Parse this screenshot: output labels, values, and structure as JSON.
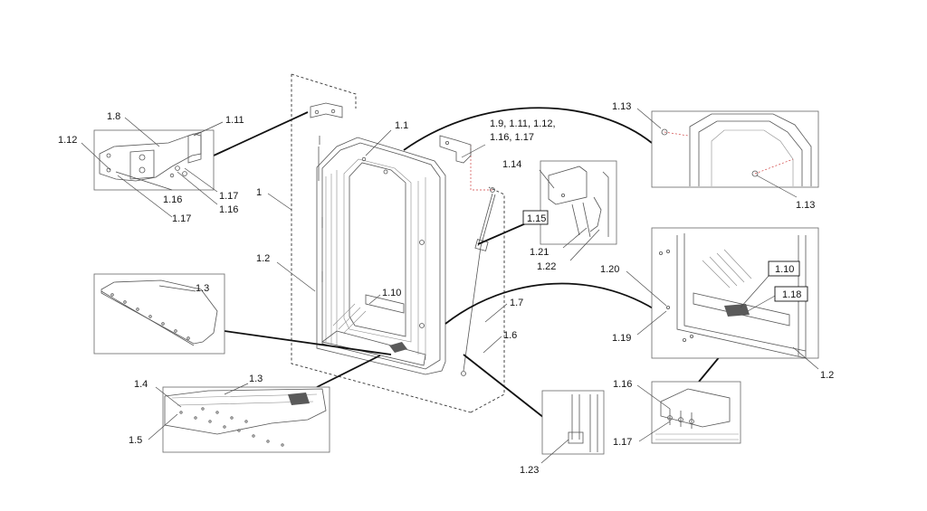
{
  "labels": {
    "l_1_8": "1.8",
    "l_1_11_a": "1.11",
    "l_1_12": "1.12",
    "l_1_16_a": "1.16",
    "l_1_17_a": "1.17",
    "l_1_16_b": "1.16",
    "l_1_17_b": "1.17",
    "l_1": "1",
    "l_1_1": "1.1",
    "l_1_9_group_line1": "1.9, 1.11, 1.12,",
    "l_1_9_group_line2": "1.16, 1.17",
    "l_1_14": "1.14",
    "l_1_15": "1.15",
    "l_1_21": "1.21",
    "l_1_22": "1.22",
    "l_1_13_a": "1.13",
    "l_1_13_b": "1.13",
    "l_1_20": "1.20",
    "l_1_10_a": "1.10",
    "l_1_18": "1.18",
    "l_1_19": "1.19",
    "l_1_2_a": "1.2",
    "l_1_2_b": "1.2",
    "l_1_3_a": "1.3",
    "l_1_10_b": "1.10",
    "l_1_7": "1.7",
    "l_1_6": "1.6",
    "l_1_4": "1.4",
    "l_1_3_b": "1.3",
    "l_1_5": "1.5",
    "l_1_16_c": "1.16",
    "l_1_17_c": "1.17",
    "l_1_23": "1.23"
  }
}
